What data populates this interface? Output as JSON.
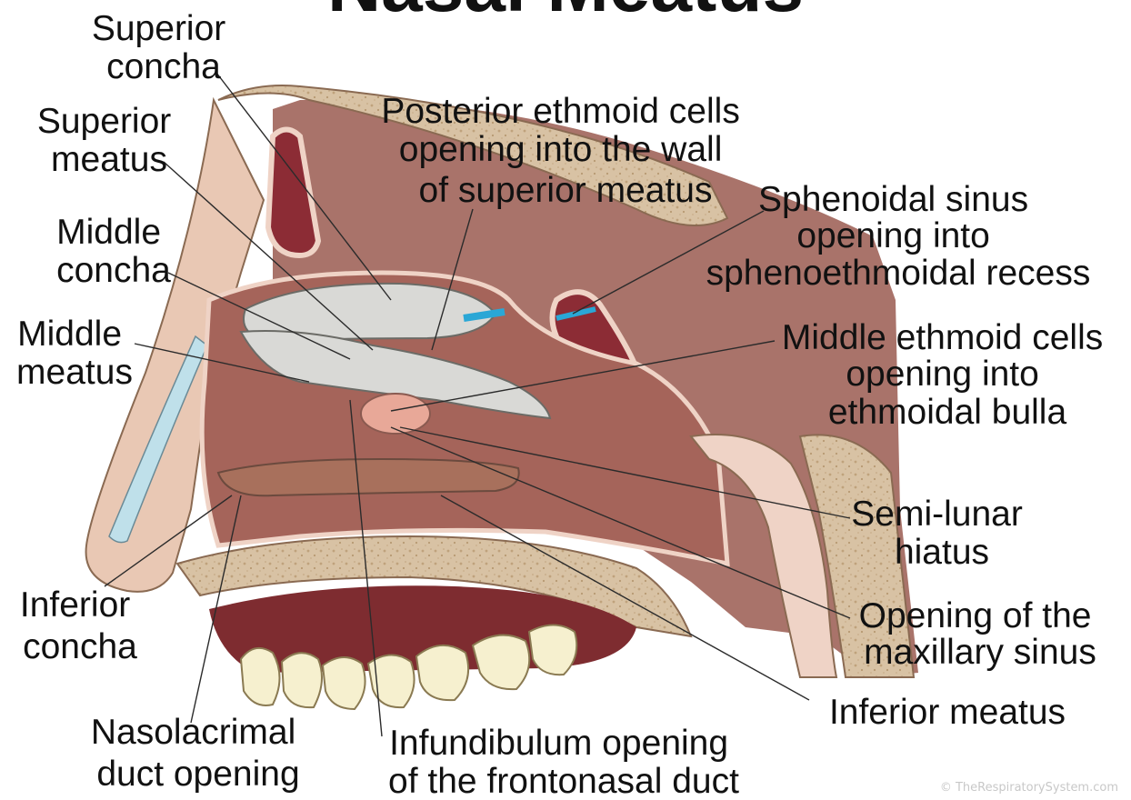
{
  "title": "Nasal Meatus",
  "labels": {
    "superior_concha": [
      "Superior",
      "concha"
    ],
    "superior_meatus": [
      "Superior",
      "meatus"
    ],
    "middle_concha": [
      "Middle",
      "concha"
    ],
    "middle_meatus": [
      "Middle",
      "meatus"
    ],
    "inferior_concha": [
      "Inferior",
      "concha"
    ],
    "nasolacrimal_duct": [
      "Nasolacrimal",
      "duct opening"
    ],
    "posterior_ethmoid": [
      "Posterior ethmoid cells",
      "opening into the wall",
      "of superior meatus"
    ],
    "sphenoidal_sinus": [
      "Sphenoidal sinus",
      "opening into",
      "sphenoethmoidal recess"
    ],
    "middle_ethmoid": [
      "Middle ethmoid cells",
      "opening into",
      "ethmoidal bulla"
    ],
    "semilunar_hiatus": [
      "Semi-lunar",
      "hiatus"
    ],
    "maxillary_opening": [
      "Opening of the",
      "maxillary sinus"
    ],
    "inferior_meatus": [
      "Inferior meatus"
    ],
    "infundibulum": [
      "Infundibulum opening",
      "of the frontonasal duct"
    ]
  },
  "watermark": "© TheRespiratorySystem.com",
  "colors": {
    "bone": "#d8c2a4",
    "bone_speckle": "#c2a784",
    "sinus": "#8c2c35",
    "soft_tissue": "#9a5a50",
    "mucosa": "#efd3c6",
    "concha": "#d9d9d6",
    "mouth": "#7e2c30",
    "teeth": "#f6f0cf",
    "skin": "#e9c8b4",
    "duct_blue": "#2aa7d6"
  }
}
